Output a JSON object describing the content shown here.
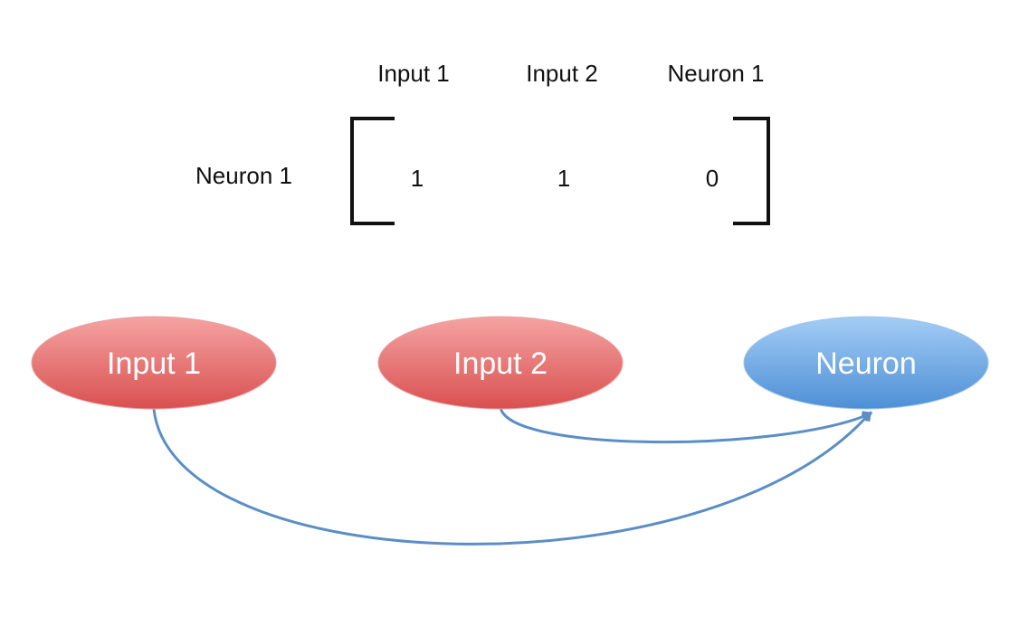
{
  "matrix": {
    "column_headers": [
      "Input 1",
      "Input 2",
      "Neuron 1"
    ],
    "row_headers": [
      "Neuron 1"
    ],
    "rows": [
      [
        "1",
        "1",
        "0"
      ]
    ]
  },
  "graph": {
    "nodes": [
      {
        "label": "Input 1",
        "color": "#e0605e"
      },
      {
        "label": "Input 2",
        "color": "#e0605e"
      },
      {
        "label": "Neuron",
        "color": "#5b9ee0"
      }
    ],
    "edges": [
      {
        "from": "Input 1",
        "to": "Neuron"
      },
      {
        "from": "Input 2",
        "to": "Neuron"
      }
    ],
    "edge_color": "#5b8ec6"
  }
}
